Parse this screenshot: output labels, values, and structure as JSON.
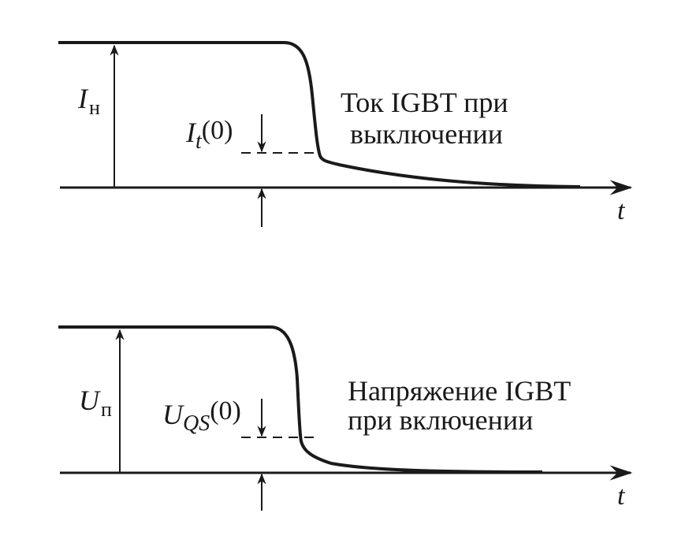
{
  "top_panel": {
    "title_line1": "Ток IGBT при",
    "title_line2": "выключении",
    "amplitude_symbol": "I",
    "amplitude_subscript": "н",
    "residual_symbol": "I",
    "residual_subscript": "t",
    "residual_arg": "(0)",
    "time_axis_label": "t"
  },
  "bottom_panel": {
    "title_line1": "Напряжение IGBT",
    "title_line2": "при включении",
    "amplitude_symbol": "U",
    "amplitude_subscript": "п",
    "residual_symbol": "U",
    "residual_subscript": "QS",
    "residual_arg": "(0)",
    "time_axis_label": "t"
  },
  "colors": {
    "stroke": "#1a1a1a",
    "background": "#ffffff"
  }
}
